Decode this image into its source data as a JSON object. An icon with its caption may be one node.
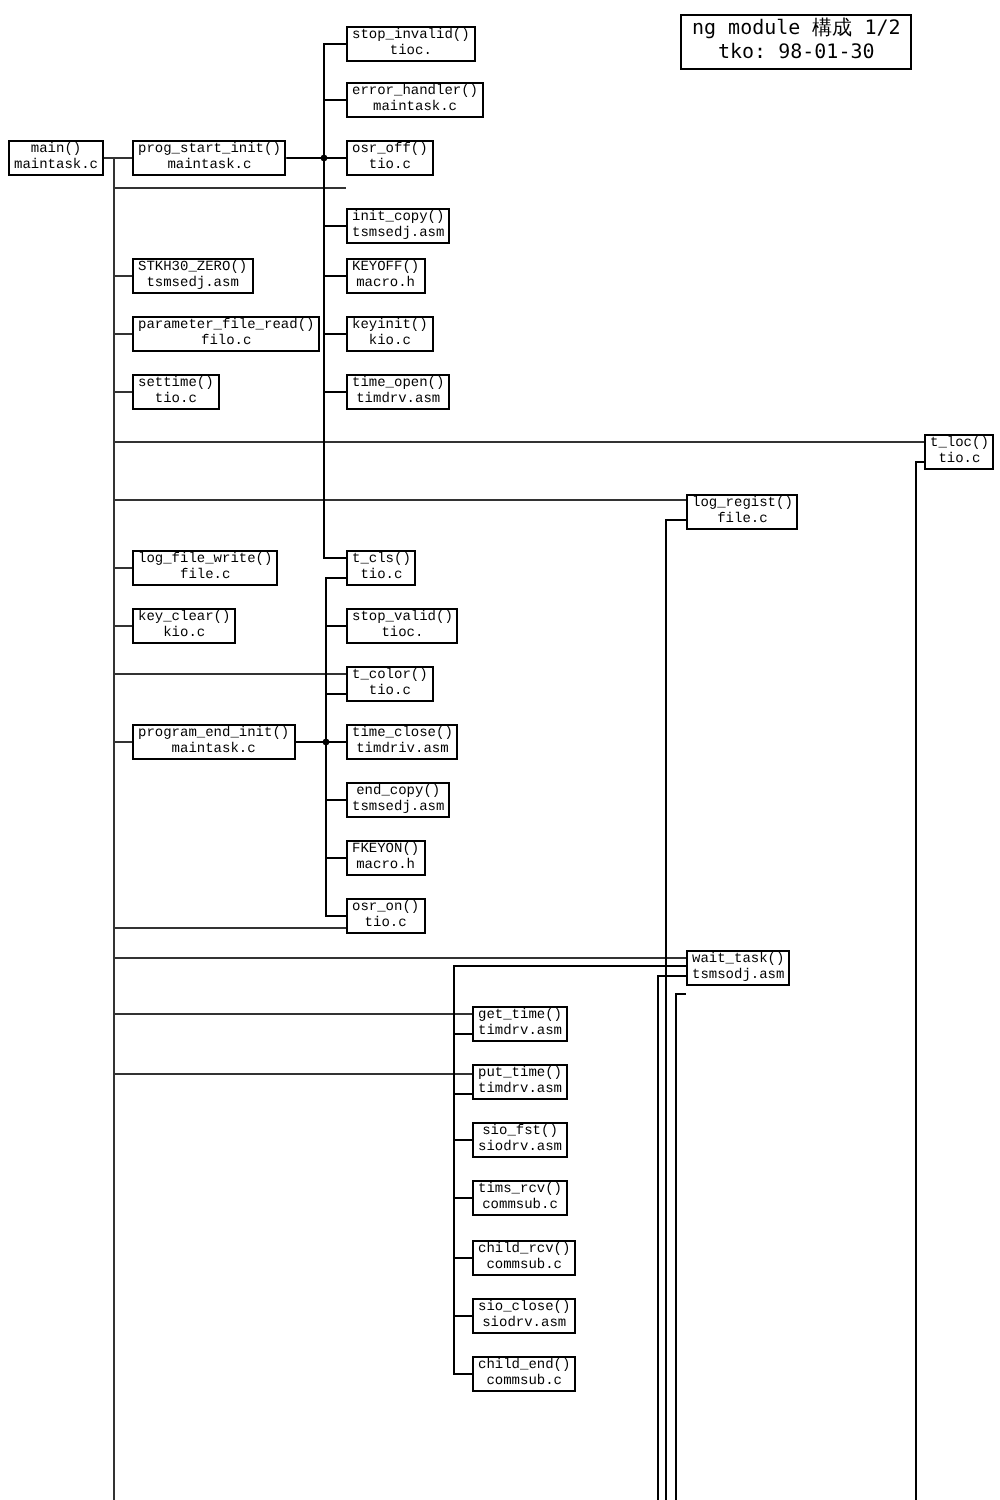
{
  "diagram": {
    "nodes": [
      {
        "text": [
          "main()",
          "maintask.c"
        ]
      },
      {
        "text": [
          "prog_start_init()",
          "maintask.c"
        ]
      },
      {
        "text": [
          "stop_invalid()",
          "tioc."
        ]
      },
      {
        "text": [
          "error_handler()",
          "maintask.c"
        ]
      },
      {
        "text": [
          "osr_off()",
          "tio.c"
        ]
      },
      {
        "text": [
          "init_copy()",
          "tsmsedj.asm"
        ]
      },
      {
        "text": [
          "KEYOFF()",
          "macro.h"
        ]
      },
      {
        "text": [
          "keyinit()",
          "kio.c"
        ]
      },
      {
        "text": [
          "time_open()",
          "timdrv.asm"
        ]
      },
      {
        "text": [
          "STKH30_ZERO()",
          "tsmsedj.asm"
        ]
      },
      {
        "text": [
          "parameter_file_read()",
          "filo.c"
        ]
      },
      {
        "text": [
          "settime()",
          "tio.c"
        ]
      },
      {
        "text": [
          "t_loc()",
          "tio.c"
        ]
      },
      {
        "text": [
          "log_regist()",
          "file.c"
        ]
      },
      {
        "text": [
          "log_file_write()",
          "file.c"
        ]
      },
      {
        "text": [
          "key_clear()",
          "kio.c"
        ]
      },
      {
        "text": [
          "t_cls()",
          "tio.c"
        ]
      },
      {
        "text": [
          "stop_valid()",
          "tioc."
        ]
      },
      {
        "text": [
          "t_color()",
          "tio.c"
        ]
      },
      {
        "text": [
          "program_end_init()",
          "maintask.c"
        ]
      },
      {
        "text": [
          "time_close()",
          "timdriv.asm"
        ]
      },
      {
        "text": [
          "end_copy()",
          "tsmsedj.asm"
        ]
      },
      {
        "text": [
          "FKEYON()",
          "macro.h"
        ]
      },
      {
        "text": [
          "osr_on()",
          "tio.c"
        ]
      },
      {
        "text": [
          "wait_task()",
          "tsmsodj.asm"
        ]
      },
      {
        "text": [
          "get_time()",
          "timdrv.asm"
        ]
      },
      {
        "text": [
          "put_time()",
          "timdrv.asm"
        ]
      },
      {
        "text": [
          "sio_fst()",
          "siodrv.asm"
        ]
      },
      {
        "text": [
          "tims_rcv()",
          "commsub.c"
        ]
      },
      {
        "text": [
          "child_rcv()",
          "commsub.c"
        ]
      },
      {
        "text": [
          "sio_close()",
          "siodrv.asm"
        ]
      },
      {
        "text": [
          "child_end()",
          "commsub.c"
        ]
      },
      {
        "text": [
          "ng module 構成 1/2",
          "tko: 98-01-30"
        ]
      }
    ],
    "edges": [
      {
        "from": 0,
        "to": 1,
        "arrow": "none"
      },
      {
        "from": 0,
        "to": 4,
        "arrow": "none"
      },
      {
        "from": 0,
        "to": 9,
        "arrow": "none"
      },
      {
        "from": 0,
        "to": 10,
        "arrow": "none"
      },
      {
        "from": 0,
        "to": 11,
        "arrow": "none"
      },
      {
        "from": 0,
        "to": 12,
        "arrow": "none"
      },
      {
        "from": 0,
        "to": 13,
        "arrow": "none"
      },
      {
        "from": 0,
        "to": 14,
        "arrow": "none"
      },
      {
        "from": 0,
        "to": 15,
        "arrow": "none"
      },
      {
        "from": 0,
        "to": 18,
        "arrow": "none"
      },
      {
        "from": 0,
        "to": 19,
        "arrow": "none"
      },
      {
        "from": 0,
        "to": 23,
        "arrow": "none"
      },
      {
        "from": 0,
        "to": 24,
        "arrow": "none"
      },
      {
        "from": 0,
        "to": 25,
        "arrow": "none"
      },
      {
        "from": 0,
        "to": 26,
        "arrow": "none"
      },
      {
        "from": 0,
        "to": null,
        "arrow": "none"
      },
      {
        "from": 1,
        "to": 2,
        "arrow": "none"
      },
      {
        "from": 1,
        "to": 3,
        "arrow": "none"
      },
      {
        "from": 1,
        "to": 4,
        "arrow": "none"
      },
      {
        "from": 1,
        "to": 5,
        "arrow": "none"
      },
      {
        "from": 1,
        "to": 6,
        "arrow": "none"
      },
      {
        "from": 1,
        "to": 7,
        "arrow": "none"
      },
      {
        "from": 1,
        "to": 8,
        "arrow": "none"
      },
      {
        "from": 1,
        "to": 16,
        "arrow": "none"
      },
      {
        "from": 19,
        "to": 16,
        "arrow": "none"
      },
      {
        "from": 19,
        "to": 17,
        "arrow": "none"
      },
      {
        "from": 19,
        "to": 18,
        "arrow": "none"
      },
      {
        "from": 19,
        "to": 20,
        "arrow": "none"
      },
      {
        "from": 19,
        "to": 21,
        "arrow": "none"
      },
      {
        "from": 19,
        "to": 22,
        "arrow": "none"
      },
      {
        "from": 19,
        "to": 23,
        "arrow": "none"
      },
      {
        "from": 12,
        "to": null,
        "arrow": "none"
      },
      {
        "from": 13,
        "to": null,
        "arrow": "none"
      },
      {
        "from": 24,
        "to": 25,
        "arrow": "none"
      },
      {
        "from": 24,
        "to": 26,
        "arrow": "none"
      },
      {
        "from": 24,
        "to": 27,
        "arrow": "none"
      },
      {
        "from": 24,
        "to": 28,
        "arrow": "none"
      },
      {
        "from": 24,
        "to": 29,
        "arrow": "none"
      },
      {
        "from": 24,
        "to": 30,
        "arrow": "none"
      },
      {
        "from": 24,
        "to": 31,
        "arrow": "none"
      },
      {
        "from": 24,
        "to": null,
        "arrow": "none"
      },
      {
        "from": 24,
        "to": null,
        "arrow": "none"
      }
    ]
  }
}
